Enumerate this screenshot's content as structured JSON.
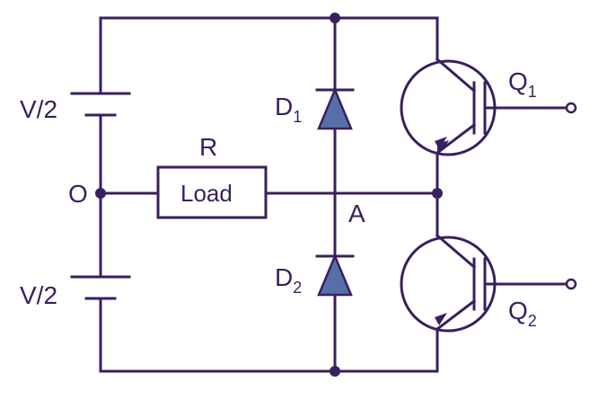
{
  "labels": {
    "battery_top": "V/2",
    "battery_bottom": "V/2",
    "node_o": "O",
    "node_a": "A",
    "resistor_name": "R",
    "resistor_box": "Load",
    "diode1_letter": "D",
    "diode1_sub": "1",
    "diode2_letter": "D",
    "diode2_sub": "2",
    "q1_letter": "Q",
    "q1_sub": "1",
    "q2_letter": "Q",
    "q2_sub": "2"
  },
  "colors": {
    "wire": "#3a1f5e",
    "diode_fill": "#5570a8",
    "background": "#ffffff"
  }
}
